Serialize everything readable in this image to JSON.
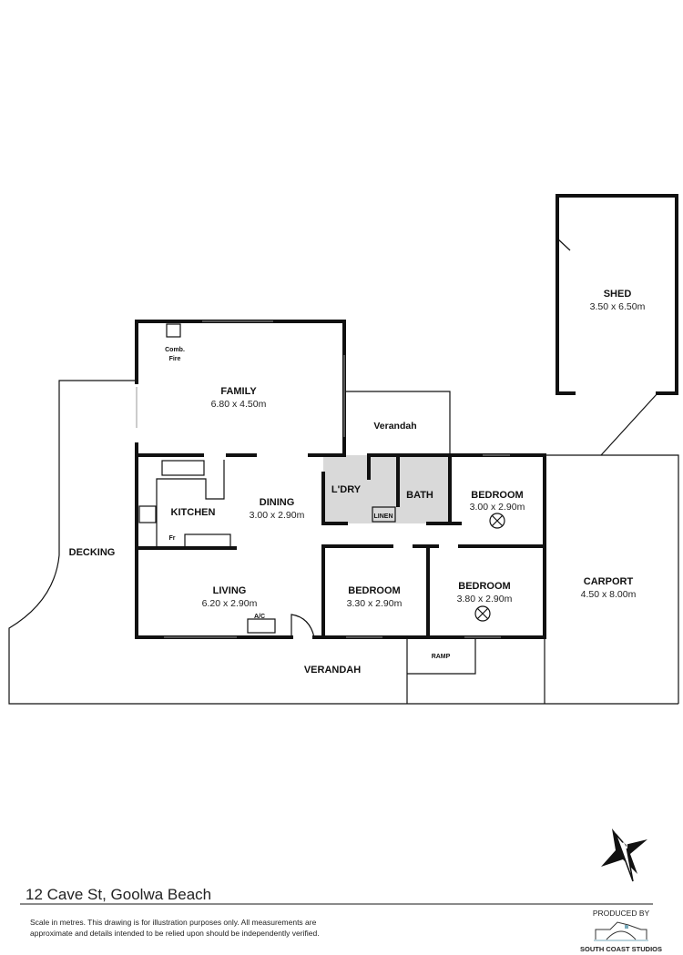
{
  "rooms": {
    "shed": {
      "name": "SHED",
      "size": "3.50 x 6.50m"
    },
    "family": {
      "name": "FAMILY",
      "size": "6.80 x 4.50m"
    },
    "comb_fire": {
      "line1": "Comb.",
      "line2": "Fire"
    },
    "verandah_upper": {
      "name": "Verandah"
    },
    "laundry": {
      "name": "L'DRY"
    },
    "bath": {
      "name": "BATH"
    },
    "linen": {
      "name": "LINEN"
    },
    "bedroom1": {
      "name": "BEDROOM",
      "size": "3.00 x 2.90m"
    },
    "kitchen": {
      "name": "KITCHEN"
    },
    "fridge": {
      "name": "Fr"
    },
    "dining": {
      "name": "DINING",
      "size": "3.00 x 2.90m"
    },
    "decking": {
      "name": "DECKING"
    },
    "living": {
      "name": "LIVING",
      "size": "6.20 x 2.90m"
    },
    "ac": {
      "name": "A/C"
    },
    "bedroom2": {
      "name": "BEDROOM",
      "size": "3.30 x 2.90m"
    },
    "bedroom3": {
      "name": "BEDROOM",
      "size": "3.80 x 2.90m"
    },
    "carport": {
      "name": "CARPORT",
      "size": "4.50 x 8.00m"
    },
    "ramp": {
      "name": "RAMP"
    },
    "verandah_lower": {
      "name": "VERANDAH"
    }
  },
  "compass": {
    "label": "N"
  },
  "footer": {
    "address": "12 Cave St, Goolwa Beach",
    "disclaimer_line1": "Scale in metres. This drawing is for illustration purposes only. All measurements are",
    "disclaimer_line2": "approximate and details intended to be relied upon should be independently verified.",
    "produced_by": "PRODUCED BY",
    "studio": "SOUTH COAST STUDIOS"
  },
  "colors": {
    "wet_area": "#d9d9d9",
    "wall": "#111111"
  }
}
